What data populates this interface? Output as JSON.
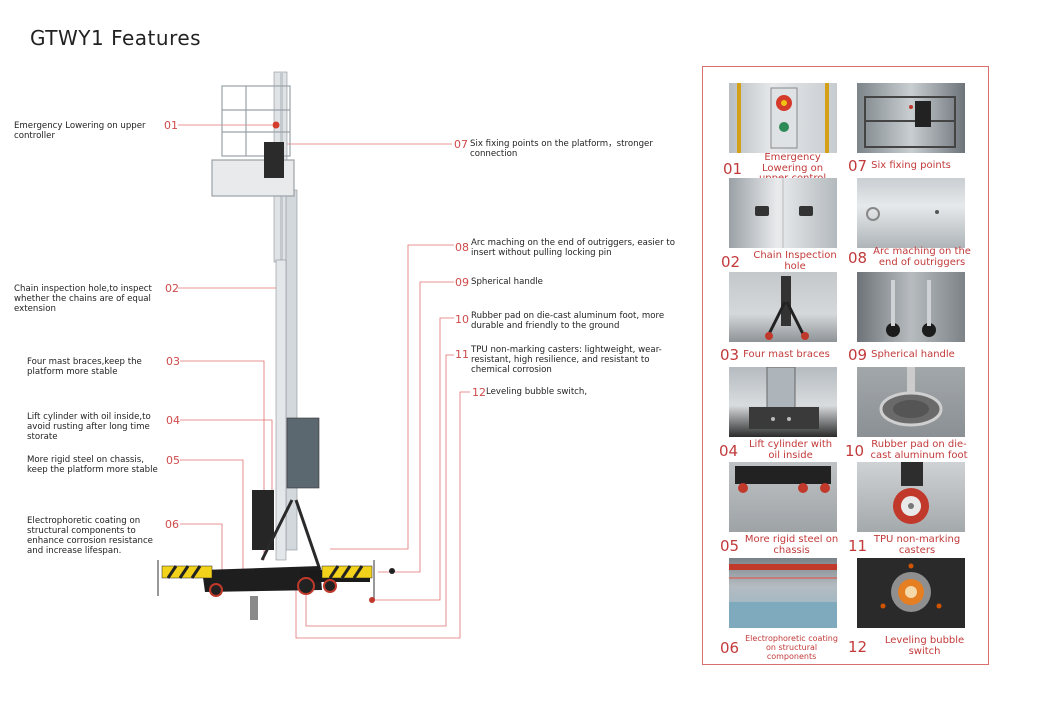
{
  "title": "GTWY1  Features",
  "features": [
    {
      "num": "01",
      "text": "Emergency Lowering on upper controller"
    },
    {
      "num": "02",
      "text": "Chain inspection hole,to inspect whether the chains are of equal extension"
    },
    {
      "num": "03",
      "text": "Four mast braces,keep the platform more stable"
    },
    {
      "num": "04",
      "text": "Lift cylinder with oil inside,to avoid rusting after long time storate"
    },
    {
      "num": "05",
      "text": "More rigid steel on chassis, keep the platform more stable"
    },
    {
      "num": "06",
      "text": "Electrophoretic coating on structural components to enhance corrosion resistance and increase lifespan."
    },
    {
      "num": "07",
      "text": "Six fixing points on the platform，stronger connection"
    },
    {
      "num": "08",
      "text": "Arc maching on the end of outriggers, easier to insert without pulling locking pin"
    },
    {
      "num": "09",
      "text": "Spherical handle"
    },
    {
      "num": "10",
      "text": "Rubber pad on die-cast aluminum foot, more durable and friendly to the ground"
    },
    {
      "num": "11",
      "text": "TPU non-marking casters: lightweight, wear-resistant, high resilience, and resistant to chemical corrosion"
    },
    {
      "num": "12",
      "text": "Leveling bubble switch,"
    }
  ],
  "photos": [
    {
      "num": "01",
      "caption": "Emergency Lowering on upper control",
      "icon": "emergency-stop-photo"
    },
    {
      "num": "07",
      "caption": "Six fixing points",
      "icon": "fixing-points-photo"
    },
    {
      "num": "02",
      "caption": "Chain Inspection hole",
      "icon": "inspection-hole-photo"
    },
    {
      "num": "08",
      "caption": "Arc maching on the end of outriggers",
      "icon": "outrigger-arc-photo"
    },
    {
      "num": "03",
      "caption": "Four mast braces",
      "icon": "mast-braces-photo"
    },
    {
      "num": "09",
      "caption": "Spherical handle",
      "icon": "spherical-handle-photo"
    },
    {
      "num": "04",
      "caption": "Lift cylinder with oil inside",
      "icon": "lift-cylinder-photo"
    },
    {
      "num": "10",
      "caption": "Rubber pad on die-cast aluminum foot",
      "icon": "rubber-pad-photo"
    },
    {
      "num": "05",
      "caption": "More rigid steel on chassis",
      "icon": "chassis-photo"
    },
    {
      "num": "11",
      "caption": "TPU non-marking casters",
      "icon": "caster-photo"
    },
    {
      "num": "06",
      "caption": "Electrophoretic coating on structural components",
      "icon": "coating-line-photo"
    },
    {
      "num": "12",
      "caption": "Leveling bubble switch",
      "icon": "bubble-level-photo"
    }
  ],
  "colors": {
    "accent": "#d04a4a",
    "leader": "#e07070",
    "panel_border": "#d96f6f"
  }
}
